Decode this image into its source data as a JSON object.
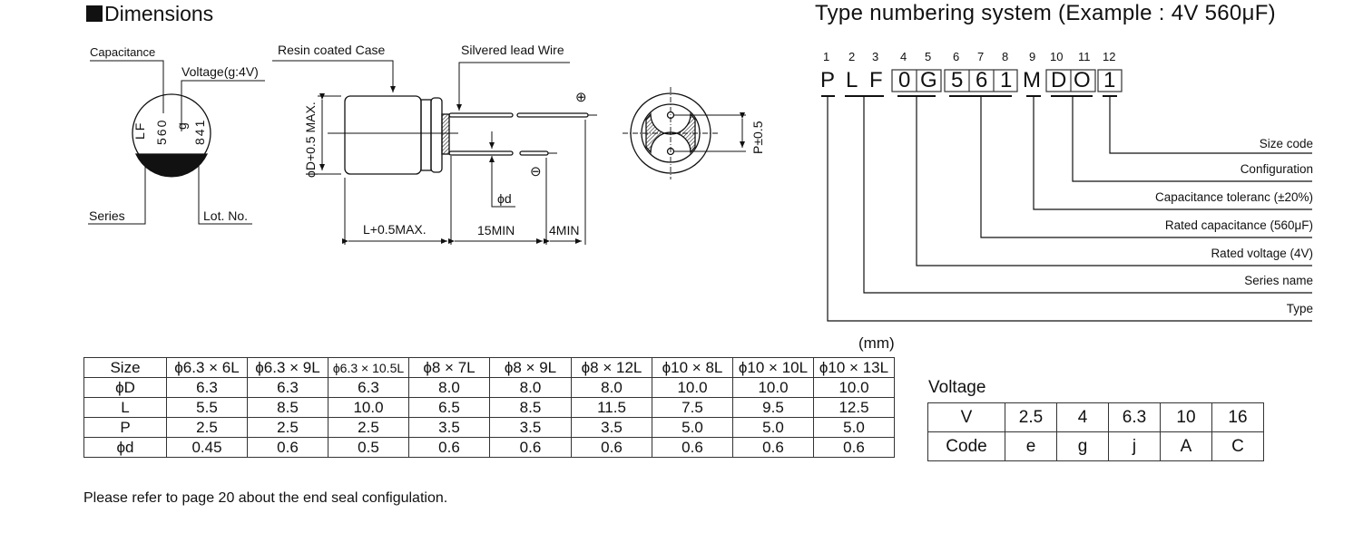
{
  "dimensions": {
    "title": "Dimensions",
    "marking": {
      "capacitance_label": "Capacitance",
      "voltage_label": "Voltage(g:4V)",
      "series_label": "Series",
      "lot_label": "Lot. No.",
      "series_text": "LF",
      "capacitance_text": "560",
      "voltage_code_text": "g",
      "lot_text": "841"
    },
    "side_view": {
      "case_label": "Resin coated Case",
      "lead_label": "Silvered lead Wire",
      "diameter_label": "ϕD+0.5 MAX.",
      "length_label": "L+0.5MAX.",
      "lead_length_label": "15MIN",
      "lead_diff_label": "4MIN",
      "lead_dia_label": "ϕd",
      "plus_symbol": "⊕",
      "minus_symbol": "⊖"
    },
    "end_view": {
      "pitch_label": "P±0.5"
    }
  },
  "type_numbering": {
    "title": "Type numbering system  (Example : 4V 560μF)",
    "positions": [
      "1",
      "2",
      "3",
      "4",
      "5",
      "6",
      "7",
      "8",
      "9",
      "10",
      "11",
      "12"
    ],
    "characters": [
      "P",
      "L",
      "F",
      "0",
      "G",
      "5",
      "6",
      "1",
      "M",
      "D",
      "O",
      "1"
    ],
    "descriptions": [
      "Size code",
      "Configuration",
      "Capacitance toleranc (±20%)",
      "Rated capacitance (560μF)",
      "Rated voltage (4V)",
      "Series name",
      "Type"
    ]
  },
  "size_table": {
    "unit": "(mm)",
    "row_headers": [
      "Size",
      "ϕD",
      "L",
      "P",
      "ϕd"
    ],
    "columns": [
      {
        "size": "ϕ6.3 × 6L",
        "D": "6.3",
        "L": "5.5",
        "P": "2.5",
        "d": "0.45"
      },
      {
        "size": "ϕ6.3 × 9L",
        "D": "6.3",
        "L": "8.5",
        "P": "2.5",
        "d": "0.6"
      },
      {
        "size": "ϕ6.3 × 10.5L",
        "D": "6.3",
        "L": "10.0",
        "P": "2.5",
        "d": "0.5"
      },
      {
        "size": "ϕ8 × 7L",
        "D": "8.0",
        "L": "6.5",
        "P": "3.5",
        "d": "0.6"
      },
      {
        "size": "ϕ8 × 9L",
        "D": "8.0",
        "L": "8.5",
        "P": "3.5",
        "d": "0.6"
      },
      {
        "size": "ϕ8 × 12L",
        "D": "8.0",
        "L": "11.5",
        "P": "3.5",
        "d": "0.6"
      },
      {
        "size": "ϕ10 × 8L",
        "D": "10.0",
        "L": "7.5",
        "P": "5.0",
        "d": "0.6"
      },
      {
        "size": "ϕ10 × 10L",
        "D": "10.0",
        "L": "9.5",
        "P": "5.0",
        "d": "0.6"
      },
      {
        "size": "ϕ10 × 13L",
        "D": "10.0",
        "L": "12.5",
        "P": "5.0",
        "d": "0.6"
      }
    ]
  },
  "voltage_table": {
    "title": "Voltage",
    "row_headers": [
      "V",
      "Code"
    ],
    "voltages": [
      "2.5",
      "4",
      "6.3",
      "10",
      "16"
    ],
    "codes": [
      "e",
      "g",
      "j",
      "A",
      "C"
    ]
  },
  "note": "Please refer to page 20 about the end seal configulation."
}
